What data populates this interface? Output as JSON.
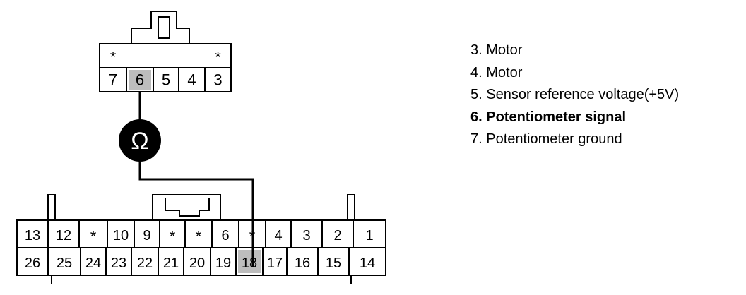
{
  "small_connector": {
    "top_row": [
      "*",
      "",
      "",
      "",
      "*"
    ],
    "bottom_row": [
      "7",
      "6",
      "5",
      "4",
      "3"
    ],
    "highlight": "6"
  },
  "meter": {
    "symbol": "Ω"
  },
  "large_connector": {
    "top_row": [
      "13",
      "12",
      "*",
      "10",
      "9",
      "*",
      "*",
      "6",
      "*",
      "4",
      "3",
      "2",
      "1"
    ],
    "bottom_row": [
      "26",
      "25",
      "24",
      "23",
      "22",
      "21",
      "20",
      "19",
      "18",
      "17",
      "16",
      "15",
      "14"
    ],
    "highlight": "18"
  },
  "legend": [
    {
      "text": "3. Motor",
      "bold": false
    },
    {
      "text": "4. Motor",
      "bold": false
    },
    {
      "text": "5. Sensor reference voltage(+5V)",
      "bold": false
    },
    {
      "text": "6. Potentiometer signal",
      "bold": true
    },
    {
      "text": "7. Potentiometer ground",
      "bold": false
    }
  ]
}
